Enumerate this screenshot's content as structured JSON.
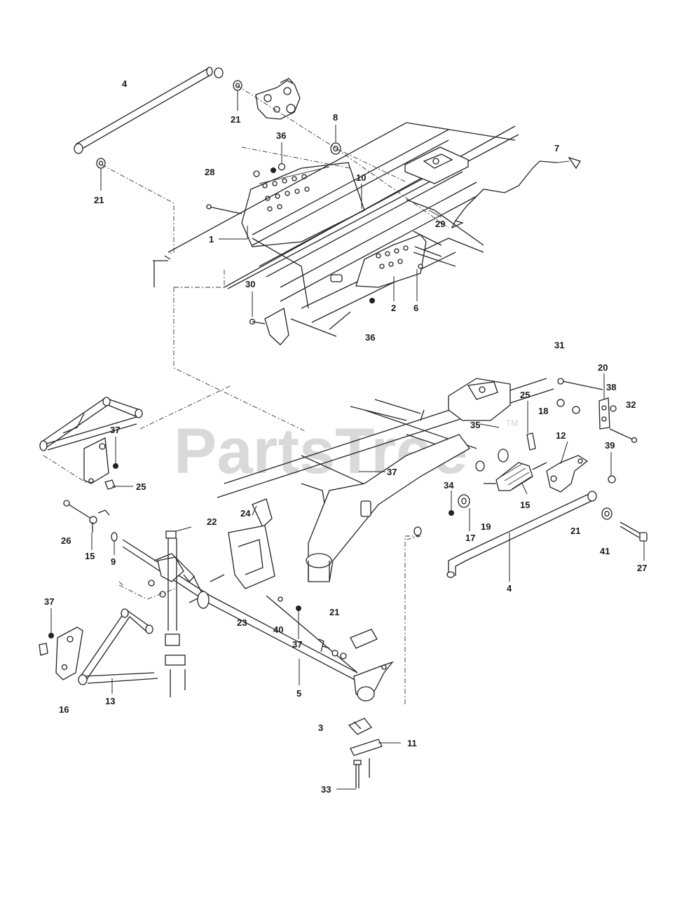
{
  "watermark": {
    "text": "PartsTree",
    "tm": "TM",
    "color": "#d9d9d9"
  },
  "callouts": [
    {
      "id": "c-4-top",
      "text": "4"
    },
    {
      "id": "c-21-a",
      "text": "21"
    },
    {
      "id": "c-21-b",
      "text": "21"
    },
    {
      "id": "c-8",
      "text": "8"
    },
    {
      "id": "c-36-a",
      "text": "36"
    },
    {
      "id": "c-7",
      "text": "7"
    },
    {
      "id": "c-28",
      "text": "28"
    },
    {
      "id": "c-10",
      "text": "10"
    },
    {
      "id": "c-29",
      "text": "29"
    },
    {
      "id": "c-1",
      "text": "1"
    },
    {
      "id": "c-30",
      "text": "30"
    },
    {
      "id": "c-2",
      "text": "2"
    },
    {
      "id": "c-6",
      "text": "6"
    },
    {
      "id": "c-36-b",
      "text": "36"
    },
    {
      "id": "c-31",
      "text": "31"
    },
    {
      "id": "c-20",
      "text": "20"
    },
    {
      "id": "c-38",
      "text": "38"
    },
    {
      "id": "c-32",
      "text": "32"
    },
    {
      "id": "c-25-a",
      "text": "25"
    },
    {
      "id": "c-18",
      "text": "18"
    },
    {
      "id": "c-35",
      "text": "35"
    },
    {
      "id": "c-12",
      "text": "12"
    },
    {
      "id": "c-39",
      "text": "39"
    },
    {
      "id": "c-37-a",
      "text": "37"
    },
    {
      "id": "c-25-b",
      "text": "25"
    },
    {
      "id": "c-37-b",
      "text": "37"
    },
    {
      "id": "c-34",
      "text": "34"
    },
    {
      "id": "c-15-a",
      "text": "15"
    },
    {
      "id": "c-19",
      "text": "19"
    },
    {
      "id": "c-17",
      "text": "17"
    },
    {
      "id": "c-21-c",
      "text": "21"
    },
    {
      "id": "c-41",
      "text": "41"
    },
    {
      "id": "c-27",
      "text": "27"
    },
    {
      "id": "c-4-b",
      "text": "4"
    },
    {
      "id": "c-26",
      "text": "26"
    },
    {
      "id": "c-15-b",
      "text": "15"
    },
    {
      "id": "c-9",
      "text": "9"
    },
    {
      "id": "c-22",
      "text": "22"
    },
    {
      "id": "c-24",
      "text": "24"
    },
    {
      "id": "c-21-d",
      "text": "21"
    },
    {
      "id": "c-37-c",
      "text": "37"
    },
    {
      "id": "c-23",
      "text": "23"
    },
    {
      "id": "c-40",
      "text": "40"
    },
    {
      "id": "c-37-d",
      "text": "37"
    },
    {
      "id": "c-5",
      "text": "5"
    },
    {
      "id": "c-13",
      "text": "13"
    },
    {
      "id": "c-16",
      "text": "16"
    },
    {
      "id": "c-3",
      "text": "3"
    },
    {
      "id": "c-11",
      "text": "11"
    },
    {
      "id": "c-33",
      "text": "33"
    }
  ]
}
